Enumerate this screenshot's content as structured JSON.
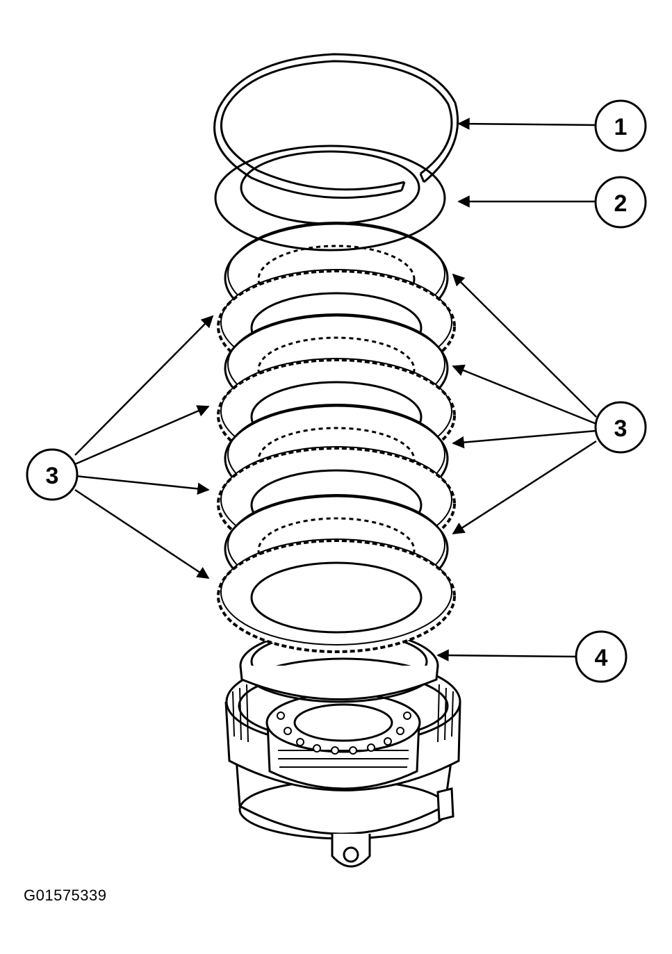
{
  "figure_id": "G01575339",
  "colors": {
    "line": "#000000",
    "background": "#ffffff"
  },
  "callouts": {
    "c1": "1",
    "c2": "2",
    "c3_left": "3",
    "c3_right": "3",
    "c4": "4"
  },
  "icons": [
    "snap-ring",
    "pressure-plate",
    "clutch-plate",
    "piston-assembly",
    "clutch-housing"
  ]
}
